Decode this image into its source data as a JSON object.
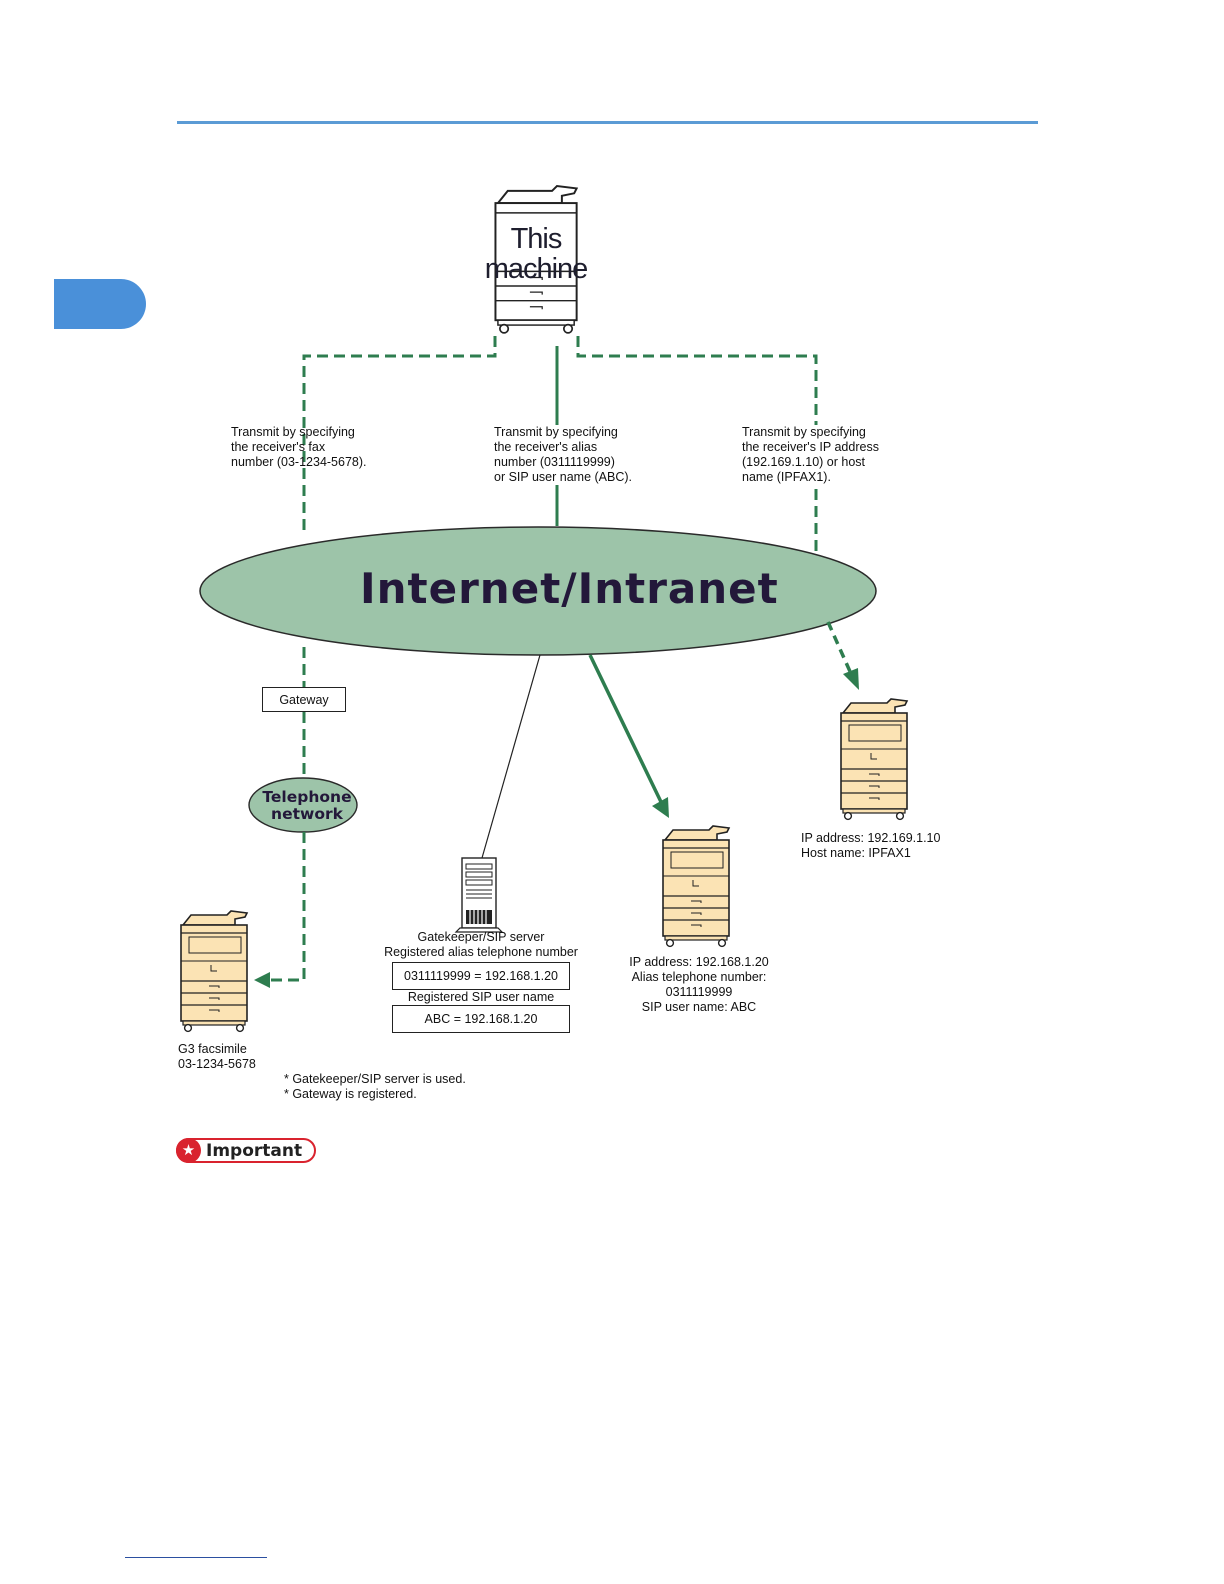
{
  "colors": {
    "accent": "#5b9bd5",
    "chapter_tab": "#4a90d9",
    "network_fill": "#9dc4a9",
    "link_green": "#2e7d4f",
    "machine_fill": "#fbe3b4",
    "important_red": "#d9232e"
  },
  "diagram": {
    "this_machine": {
      "line1": "This",
      "line2": "machine"
    },
    "network": {
      "label": "Internet/Intranet"
    },
    "route_fax": {
      "lines": [
        "Transmit by specifying",
        "the receiver's fax",
        "number (03-1234-5678)."
      ]
    },
    "route_alias": {
      "lines": [
        "Transmit by specifying",
        "the receiver's alias",
        "number (0311119999)",
        "or SIP user name (ABC)."
      ]
    },
    "route_ip": {
      "lines": [
        "Transmit by specifying",
        "the receiver's IP address",
        "(192.169.1.10) or host",
        "name (IPFAX1)."
      ]
    },
    "gateway": {
      "label": "Gateway"
    },
    "telephone_network": {
      "line1": "Telephone",
      "line2": "network"
    },
    "gatekeeper": {
      "title_lines": [
        "Gatekeeper/SIP server",
        "Registered alias telephone number"
      ],
      "alias_entry": "0311119999 = 192.168.1.20",
      "sip_title": "Registered SIP user name",
      "sip_entry": "ABC = 192.168.1.20"
    },
    "machine_alias": {
      "lines": [
        "IP address: 192.168.1.20",
        "Alias telephone number:",
        "0311119999",
        "SIP user name: ABC"
      ]
    },
    "machine_ip": {
      "lines": [
        "IP address: 192.169.1.10",
        "Host name: IPFAX1"
      ]
    },
    "g3_fax": {
      "lines": [
        "G3 facsimile",
        "03-1234-5678"
      ]
    },
    "notes": [
      "* Gatekeeper/SIP server is used.",
      "* Gateway is registered."
    ]
  },
  "important": {
    "label": "Important",
    "icon": "star-icon"
  }
}
